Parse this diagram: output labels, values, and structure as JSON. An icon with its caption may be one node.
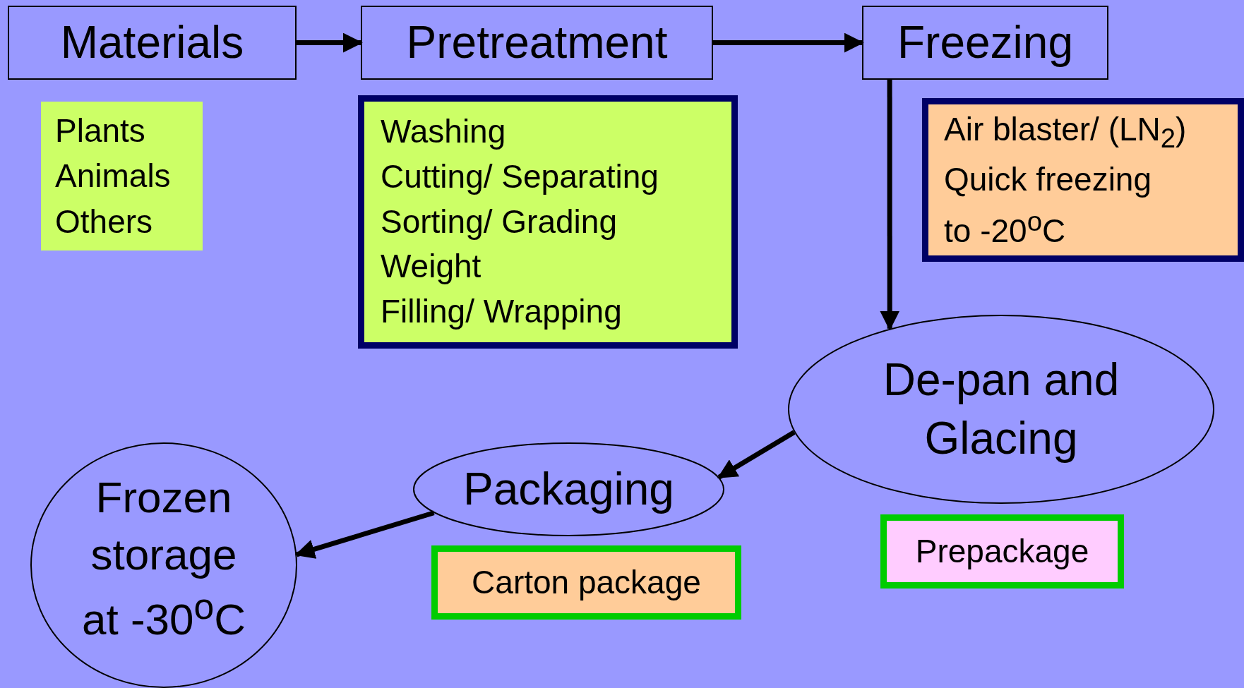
{
  "diagram": {
    "nodes": [
      {
        "text": [
          "Materials"
        ]
      },
      {
        "text": [
          "Plants",
          "Animals",
          "Others"
        ]
      },
      {
        "text": [
          "Pretreatment"
        ]
      },
      {
        "text": [
          "Washing",
          "Cutting/ Separating",
          "Sorting/ Grading",
          "Weight",
          "Filling/ Wrapping"
        ]
      },
      {
        "text": [
          "Freezing"
        ]
      },
      {
        "text": [
          "Air blaster/ (LN$_{2}$)",
          "Quick freezing",
          "to -20$^{o}$C"
        ]
      },
      {
        "text": [
          "De-pan and Glacing"
        ]
      },
      {
        "text": [
          "Prepackage"
        ]
      },
      {
        "text": [
          "Packaging"
        ]
      },
      {
        "text": [
          "Carton package"
        ]
      },
      {
        "text": [
          "Frozen storage at -30$^{o}$C"
        ]
      }
    ],
    "edges": [
      {
        "from": 0,
        "to": 2,
        "arrow": "to"
      },
      {
        "from": 2,
        "to": 4,
        "arrow": "to"
      },
      {
        "from": 4,
        "to": 6,
        "arrow": "to"
      },
      {
        "from": 6,
        "to": 8,
        "arrow": "to"
      },
      {
        "from": 8,
        "to": 10,
        "arrow": "to"
      }
    ]
  }
}
